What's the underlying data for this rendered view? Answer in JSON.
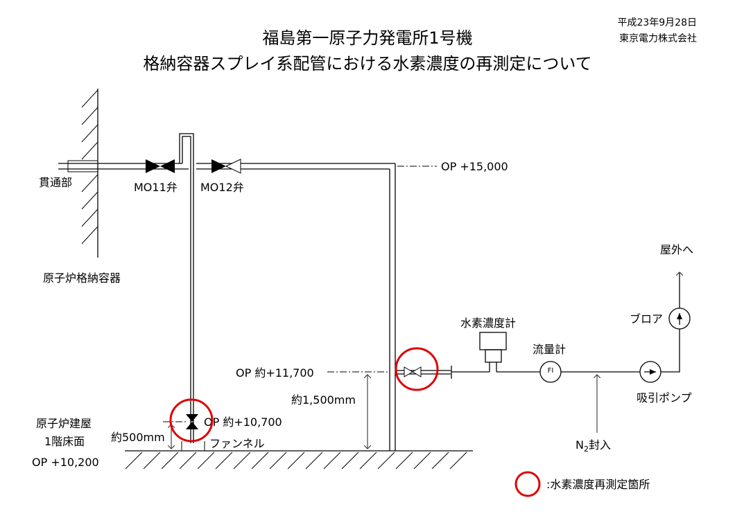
{
  "header": {
    "date": "平成23年9月28日",
    "company": "東京電力株式会社",
    "title_line1": "福島第一原子力発電所1号機",
    "title_line2": "格納容器スプレイ系配管における水素濃度の再測定について"
  },
  "labels": {
    "penetration": "貫通部",
    "valve_mo11": "MO11弁",
    "valve_mo12": "MO12弁",
    "op_15000": "OP +15,000",
    "containment": "原子炉格納容器",
    "op_11700": "OP 約+11,700",
    "dim_1500": "約1,500mm",
    "op_10700": "OP 約+10,700",
    "dim_500": "約500mm",
    "funnel": "ファンネル",
    "building_line1": "原子炉建屋",
    "building_line2": "1階床面",
    "op_10200": "OP +10,200",
    "h2_meter": "水素濃度計",
    "flow_meter": "流量計",
    "flow_meter_symbol": "FI",
    "n2_main": "N",
    "n2_sub": "2",
    "n2_rest": "封入",
    "suction_pump": "吸引ポンプ",
    "blower": "ブロア",
    "outdoor": "屋外へ"
  },
  "legend": {
    "text": ":水素濃度再測定箇所",
    "marker_color": "#e00000"
  }
}
